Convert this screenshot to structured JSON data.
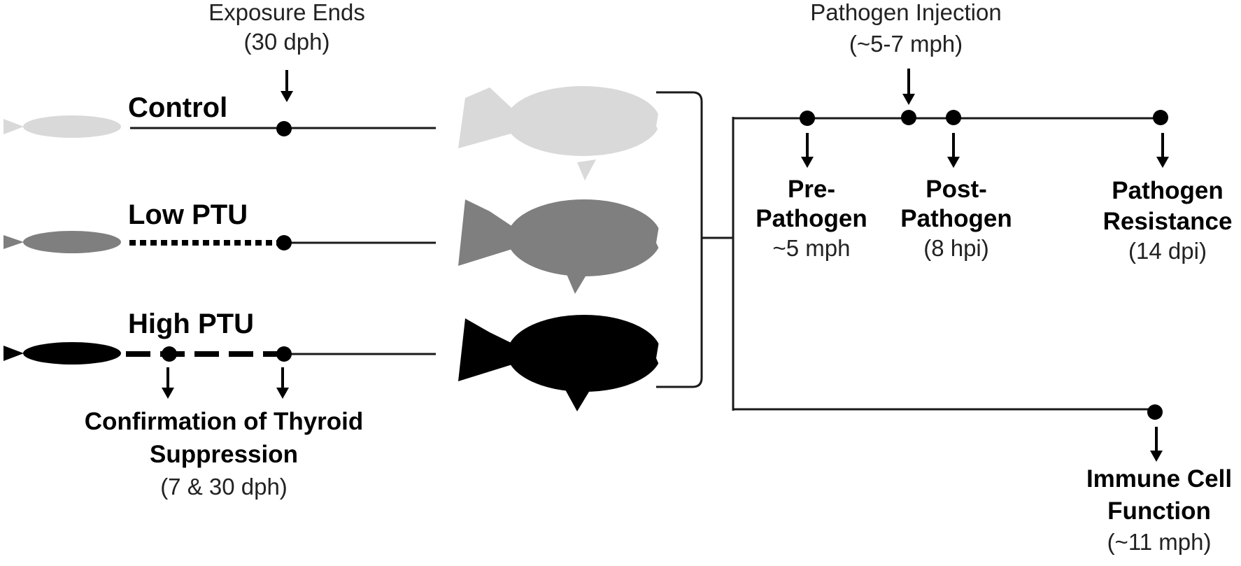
{
  "labels": {
    "exposure_ends": "Exposure Ends",
    "exposure_ends_time": "(30 dph)",
    "pathogen_injection": "Pathogen Injection",
    "pathogen_injection_time": "(~5-7 mph)",
    "confirmation_line1": "Confirmation of Thyroid",
    "confirmation_line2": "Suppression",
    "confirmation_time": "(7 & 30 dph)"
  },
  "groups": [
    {
      "name": "Control",
      "color": "#d9d9d9",
      "exposure_style": "none"
    },
    {
      "name": "Low PTU",
      "color": "#7f7f7f",
      "exposure_style": "dotted"
    },
    {
      "name": "High PTU",
      "color": "#000000",
      "exposure_style": "dashed"
    }
  ],
  "timepoints": [
    {
      "line1": "Pre-",
      "line2": "Pathogen",
      "time": "~5 mph"
    },
    {
      "line1": "Post-",
      "line2": "Pathogen",
      "time": "(8 hpi)"
    },
    {
      "line1": "Pathogen",
      "line2": "Resistance",
      "time": "(14 dpi)"
    },
    {
      "line1": "Immune Cell",
      "line2": "Function",
      "time": "(~11 mph)"
    }
  ]
}
